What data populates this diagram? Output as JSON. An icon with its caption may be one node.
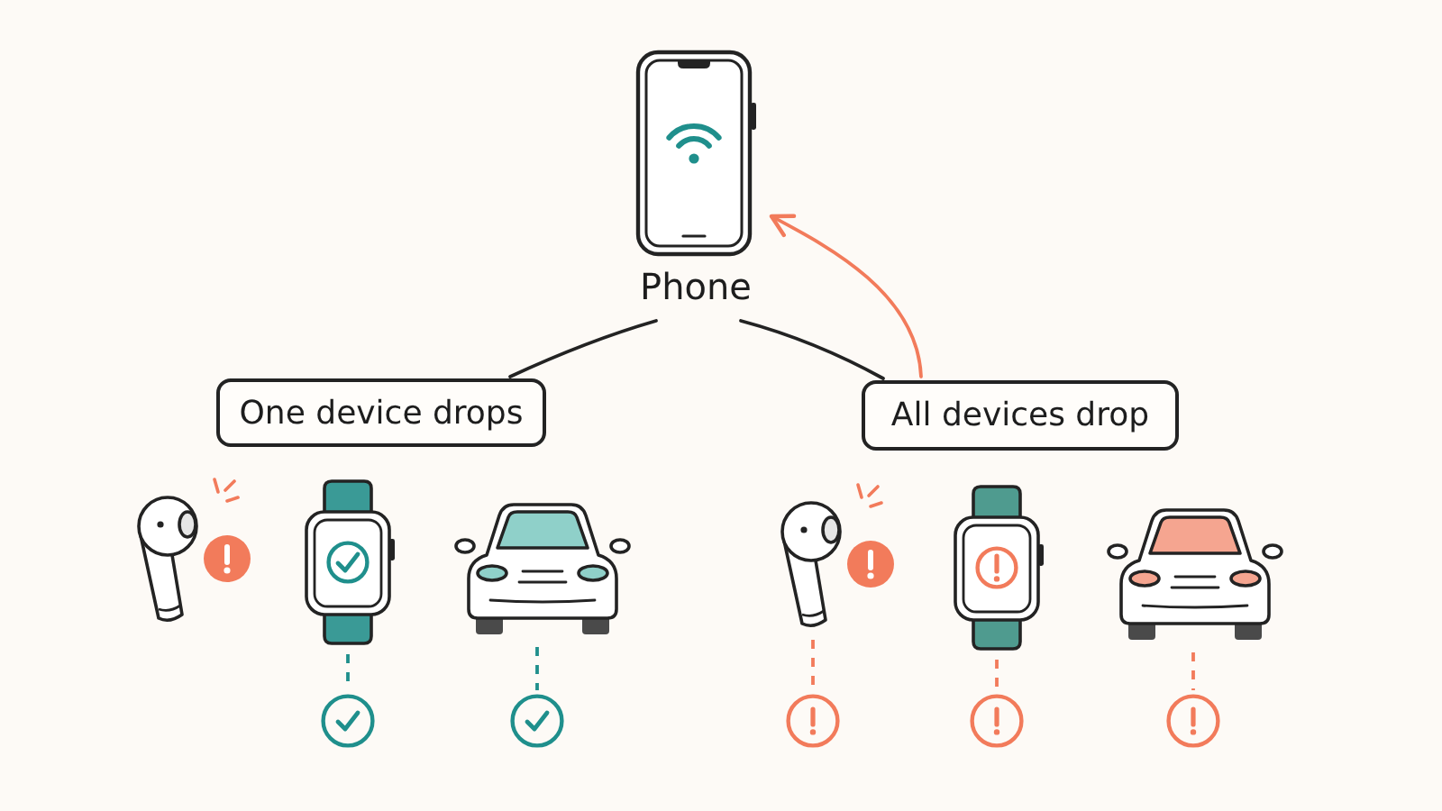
{
  "diagram": {
    "nodes": [
      {
        "text": [
          "Phone"
        ]
      },
      {
        "text": [
          "One device drops"
        ]
      },
      {
        "text": [
          "All devices drop"
        ]
      },
      {
        "text": [],
        "shape": "picture"
      },
      {
        "text": [],
        "shape": "picture"
      },
      {
        "text": [],
        "shape": "picture"
      },
      {
        "text": [],
        "shape": "picture"
      },
      {
        "text": [],
        "shape": "picture"
      },
      {
        "text": [],
        "shape": "picture"
      },
      {
        "text": [],
        "shape": "circle"
      },
      {
        "text": [],
        "shape": "circle"
      },
      {
        "text": [],
        "shape": "circle"
      },
      {
        "text": [],
        "shape": "circle"
      },
      {
        "text": [],
        "shape": "circle"
      }
    ],
    "edges": [
      {
        "from": 0,
        "to": 1,
        "arrow": "none",
        "color": "#232323"
      },
      {
        "from": 0,
        "to": 2,
        "arrow": "none",
        "color": "#232323"
      },
      {
        "from": 2,
        "to": 0,
        "arrow": "to",
        "color": "#f27b5b"
      },
      {
        "from": 4,
        "to": 9,
        "arrow": "none",
        "style": "dashed",
        "color": "#1f8f8c"
      },
      {
        "from": 5,
        "to": 10,
        "arrow": "none",
        "style": "dashed",
        "color": "#1f8f8c"
      },
      {
        "from": 6,
        "to": 11,
        "arrow": "none",
        "style": "dashed",
        "color": "#f27b5b"
      },
      {
        "from": 7,
        "to": 12,
        "arrow": "none",
        "style": "dashed",
        "color": "#f27b5b"
      },
      {
        "from": 8,
        "to": 13,
        "arrow": "none",
        "style": "dashed",
        "color": "#f27b5b"
      }
    ]
  }
}
